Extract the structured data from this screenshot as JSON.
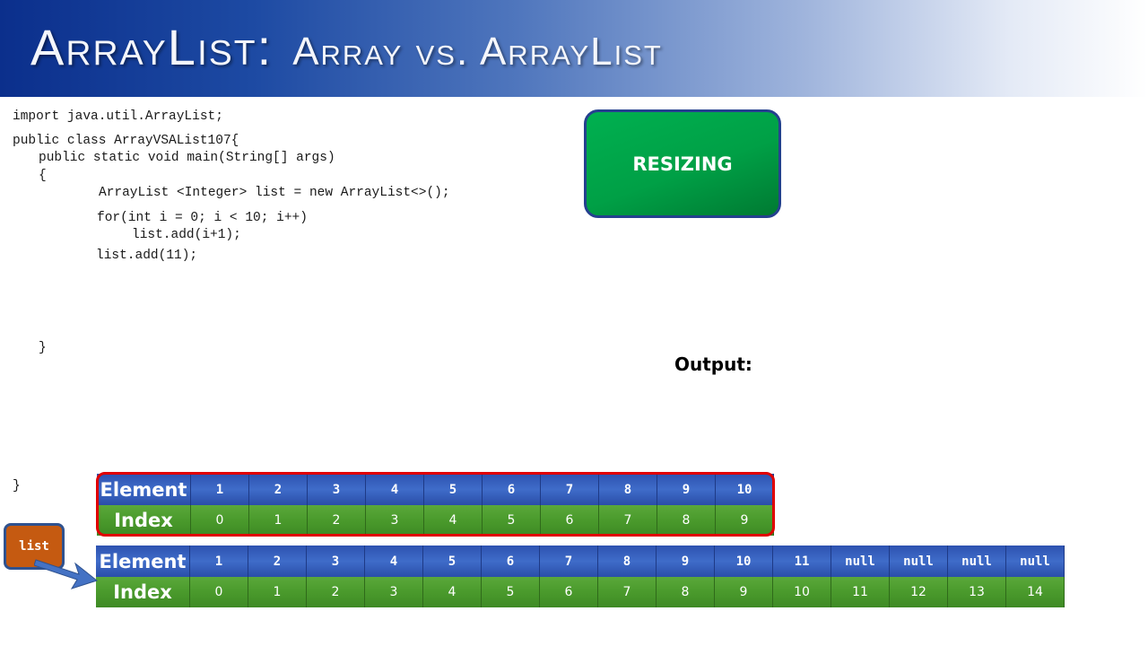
{
  "header": {
    "title_part1": "ArrayList:",
    "title_part2": "Array vs. ArrayList"
  },
  "code": {
    "line1": "import java.util.ArrayList;",
    "line2": "public class ArrayVSAList107{",
    "line3": "public static void main(String[] args)",
    "line4": "{",
    "line5": "ArrayList <Integer> list = new ArrayList<>();",
    "line6": "for(int i = 0; i < 10; i++)",
    "line7": "list.add(i+1);",
    "line8": "list.add(11);",
    "line9": "}",
    "line10": "}"
  },
  "resizing": {
    "label": "RESIZING"
  },
  "output": {
    "label": "Output:"
  },
  "reference": {
    "label": "list"
  },
  "array_small": {
    "element_label": "Element",
    "index_label": "Index",
    "elements": [
      "1",
      "2",
      "3",
      "4",
      "5",
      "6",
      "7",
      "8",
      "9",
      "10"
    ],
    "indices": [
      "0",
      "1",
      "2",
      "3",
      "4",
      "5",
      "6",
      "7",
      "8",
      "9"
    ]
  },
  "array_large": {
    "element_label": "Element",
    "index_label": "Index",
    "elements": [
      "1",
      "2",
      "3",
      "4",
      "5",
      "6",
      "7",
      "8",
      "9",
      "10",
      "11",
      "null",
      "null",
      "null",
      "null"
    ],
    "indices": [
      "0",
      "1",
      "2",
      "3",
      "4",
      "5",
      "6",
      "7",
      "8",
      "9",
      "10",
      "11",
      "12",
      "13",
      "14"
    ]
  },
  "colors": {
    "element_row": "#2d52b0",
    "index_row": "#4a9a2c",
    "highlight": "#e00000",
    "resizing_fill": "#00a046",
    "list_fill": "#c55a11"
  }
}
